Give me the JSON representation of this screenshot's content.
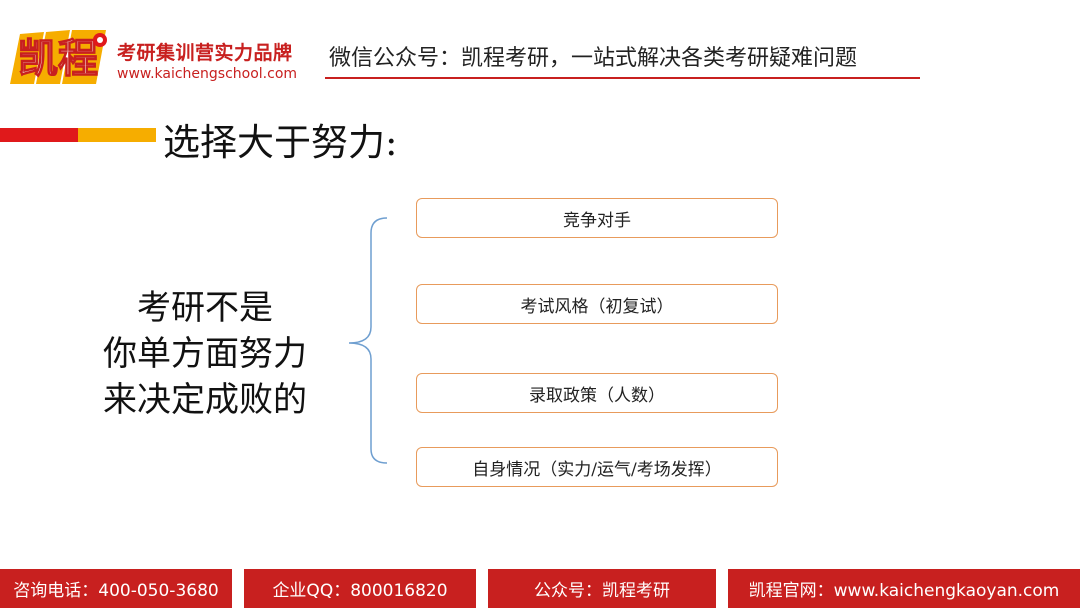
{
  "header": {
    "logo_text": "凯程",
    "brand_slogan": "考研集训营实力品牌",
    "brand_url": "www.kaichengschool.com",
    "wechat_line": "微信公众号：凯程考研，一站式解决各类考研疑难问题"
  },
  "section": {
    "title": "选择大于努力:"
  },
  "statement": {
    "lines": [
      "考研不是",
      "你单方面努力",
      "来决定成败的"
    ]
  },
  "factors": [
    {
      "label": "竞争对手"
    },
    {
      "label": "考试风格（初复试）"
    },
    {
      "label": "录取政策（人数）"
    },
    {
      "label": "自身情况（实力/运气/考场发挥）"
    }
  ],
  "footer": {
    "phone": "咨询电话：400-050-3680",
    "qq": "企业QQ：800016820",
    "public_account": "公众号：凯程考研",
    "website": "凯程官网：www.kaichengkaoyan.com"
  },
  "colors": {
    "brand_red": "#c8201f",
    "accent_yellow": "#f6ad00",
    "box_border": "#e89b5c",
    "brace_blue": "#6f9fd0"
  }
}
